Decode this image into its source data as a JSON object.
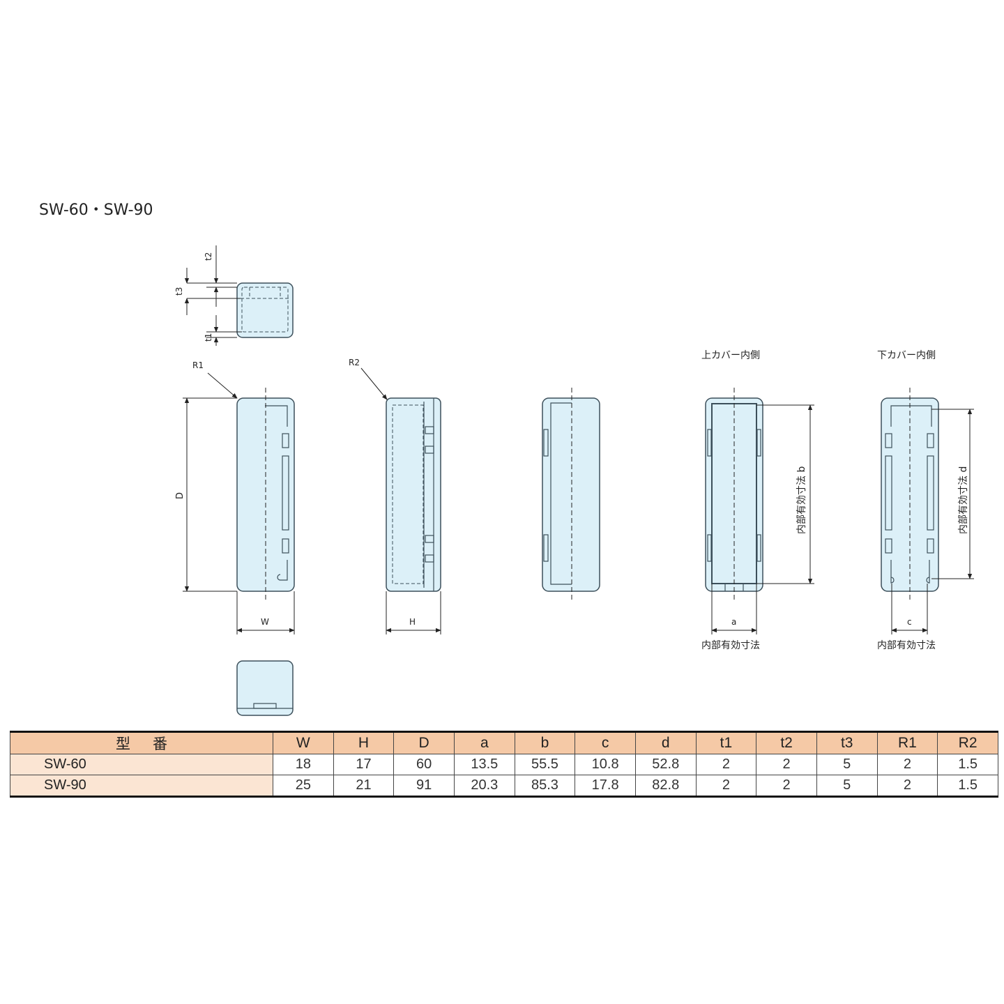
{
  "title": "SW-60・SW-90",
  "labels": {
    "R1": "R1",
    "R2": "R2",
    "t1": "t1",
    "t2": "t2",
    "t3": "t3",
    "D": "D",
    "W": "W",
    "H": "H",
    "a": "a",
    "c": "c",
    "upper_cover": "上カバー内側",
    "lower_cover": "下カバー内側",
    "inner_b": "内部有効寸法 b",
    "inner_d": "内部有効寸法 d",
    "inner_a": "内部有効寸法",
    "inner_c": "内部有効寸法"
  },
  "colors": {
    "part_fill": "#dcf0f8",
    "header_fill": "#f5c9a6",
    "model_fill": "#fbe5d3"
  },
  "table": {
    "model_header": "型番",
    "headers": [
      "W",
      "H",
      "D",
      "a",
      "b",
      "c",
      "d",
      "t1",
      "t2",
      "t3",
      "R1",
      "R2"
    ],
    "rows": [
      {
        "model": "SW-60",
        "values": [
          "18",
          "17",
          "60",
          "13.5",
          "55.5",
          "10.8",
          "52.8",
          "2",
          "2",
          "5",
          "2",
          "1.5"
        ]
      },
      {
        "model": "SW-90",
        "values": [
          "25",
          "21",
          "91",
          "20.3",
          "85.3",
          "17.8",
          "82.8",
          "2",
          "2",
          "5",
          "2",
          "1.5"
        ]
      }
    ]
  }
}
